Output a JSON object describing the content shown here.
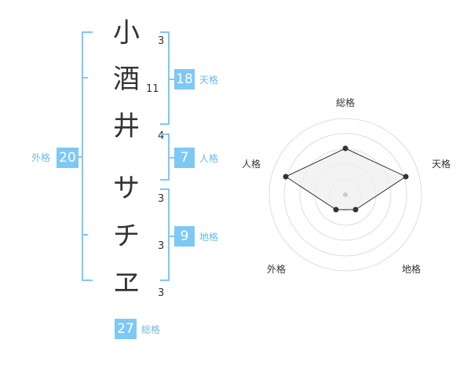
{
  "name": {
    "characters": [
      {
        "char": "小",
        "strokes": "3"
      },
      {
        "char": "酒",
        "strokes": "11"
      },
      {
        "char": "井",
        "strokes": "4"
      },
      {
        "char": "サ",
        "strokes": "3"
      },
      {
        "char": "チ",
        "strokes": "3"
      },
      {
        "char": "ヱ",
        "strokes": "3"
      }
    ]
  },
  "fortunes": {
    "tenkaku": {
      "label": "天格",
      "value": "18"
    },
    "jinkaku": {
      "label": "人格",
      "value": "7"
    },
    "chikaku": {
      "label": "地格",
      "value": "9"
    },
    "gaikaku": {
      "label": "外格",
      "value": "20"
    },
    "soukaku": {
      "label": "総格",
      "value": "27"
    }
  },
  "radar": {
    "labels": {
      "top": "総格",
      "right": "天格",
      "bottom_right": "地格",
      "bottom_left": "外格",
      "left": "人格"
    }
  },
  "colors": {
    "accent": "#7ec8f5",
    "label": "#6bbbe9",
    "text": "#333333",
    "ring": "#dddddd",
    "fill": "#f0f0f0"
  }
}
